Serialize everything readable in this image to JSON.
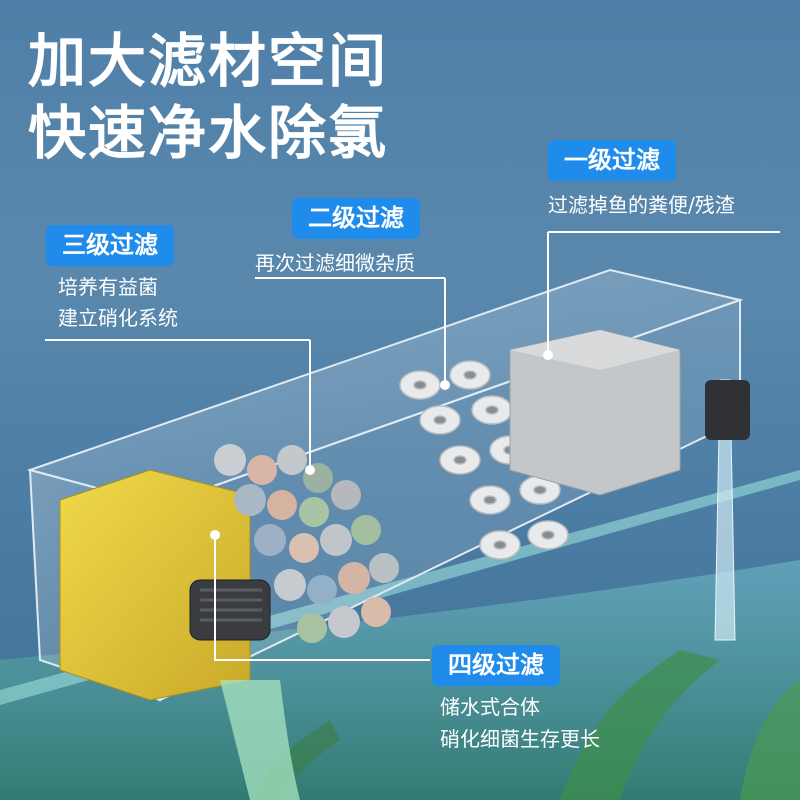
{
  "headline": {
    "line1": "加大滤材空间",
    "line2": "快速净水除氯"
  },
  "stages": {
    "stage1": {
      "label": "一级过滤",
      "desc": "过滤掉鱼的粪便/残渣"
    },
    "stage2": {
      "label": "二级过滤",
      "desc": "再次过滤细微杂质"
    },
    "stage3": {
      "label": "三级过滤",
      "desc_line1": "培养有益菌",
      "desc_line2": "建立硝化系统"
    },
    "stage4": {
      "label": "四级过滤",
      "desc_line1": "储水式合体",
      "desc_line2": "硝化细菌生存更长"
    }
  },
  "colors": {
    "background": "#5283aa",
    "badge": "#1f8bea",
    "headline_text": "#ffffff",
    "sponge": "#e2c93a",
    "cotton": "#bfc2c4"
  }
}
